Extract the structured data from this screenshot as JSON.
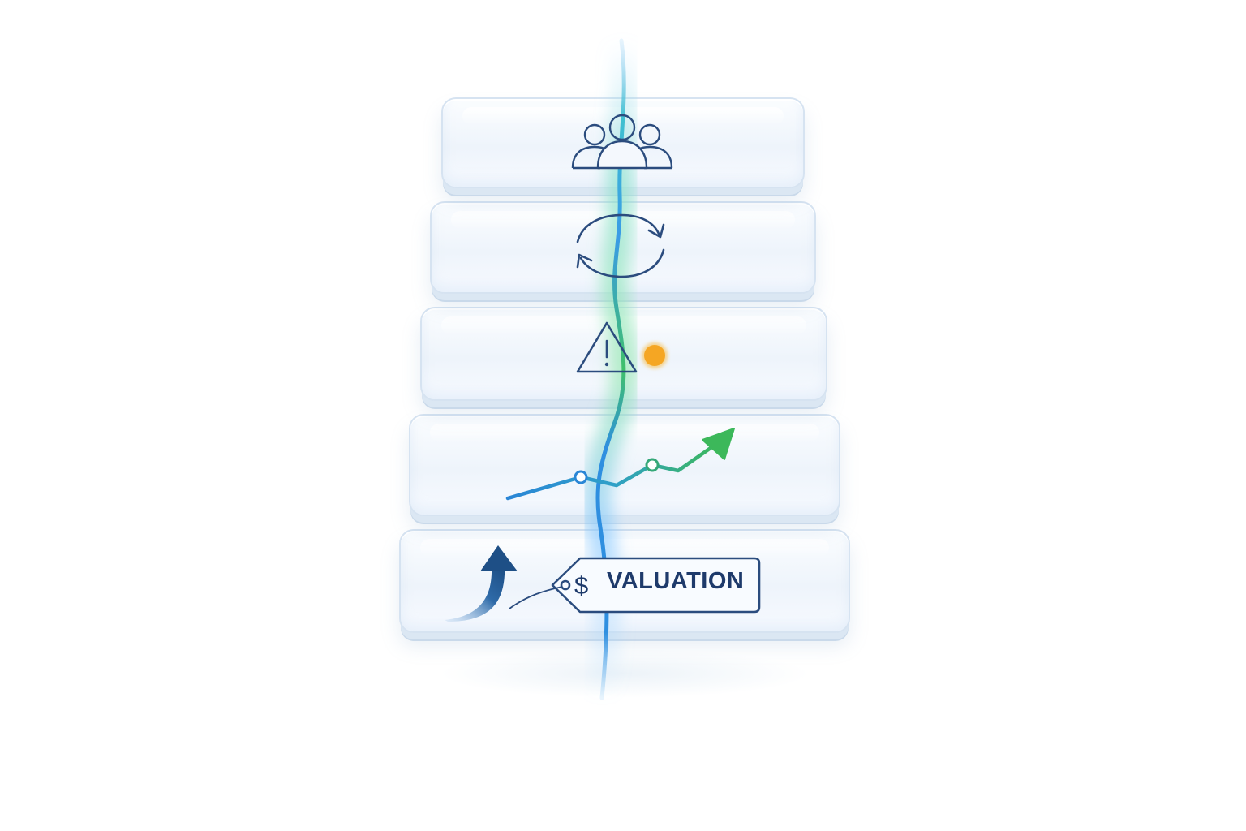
{
  "diagram": {
    "layers": [
      {
        "id": "team",
        "icon": "people-group-icon"
      },
      {
        "id": "cycle",
        "icon": "refresh-cycle-icon"
      },
      {
        "id": "risk",
        "icon": "warning-triangle-icon",
        "indicator_color": "#f5a623"
      },
      {
        "id": "growth",
        "icon": "trend-up-chart-icon"
      },
      {
        "id": "valuation",
        "icon": "price-tag-icon",
        "tag_label": "VALUATION"
      }
    ],
    "colors": {
      "icon_stroke": "#2b4c7e",
      "spine_blue": "#2f8fe0",
      "spine_green": "#3fc06a",
      "trend_blue": "#2a86d6",
      "trend_green": "#3cb85a",
      "indicator": "#f5a623",
      "arrow_dark": "#234f86"
    }
  }
}
